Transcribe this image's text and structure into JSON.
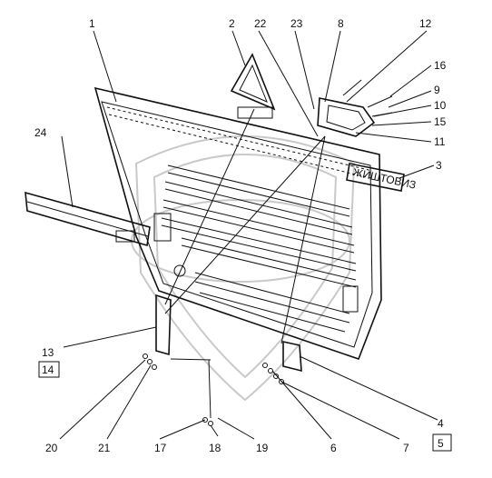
{
  "diagram": {
    "watermark": "",
    "plate_text": "ЖИШТОВИЗ",
    "labels": {
      "l1": "1",
      "l2": "2",
      "l3": "3",
      "l4": "4",
      "l5": "5",
      "l6": "6",
      "l7": "7",
      "l8": "8",
      "l9": "9",
      "l10": "10",
      "l11": "11",
      "l12": "12",
      "l13": "13",
      "l14": "14",
      "l15": "15",
      "l16": "16",
      "l17": "17",
      "l18": "18",
      "l19": "19",
      "l20": "20",
      "l21": "21",
      "l22": "22",
      "l23": "23",
      "l24": "24"
    }
  }
}
